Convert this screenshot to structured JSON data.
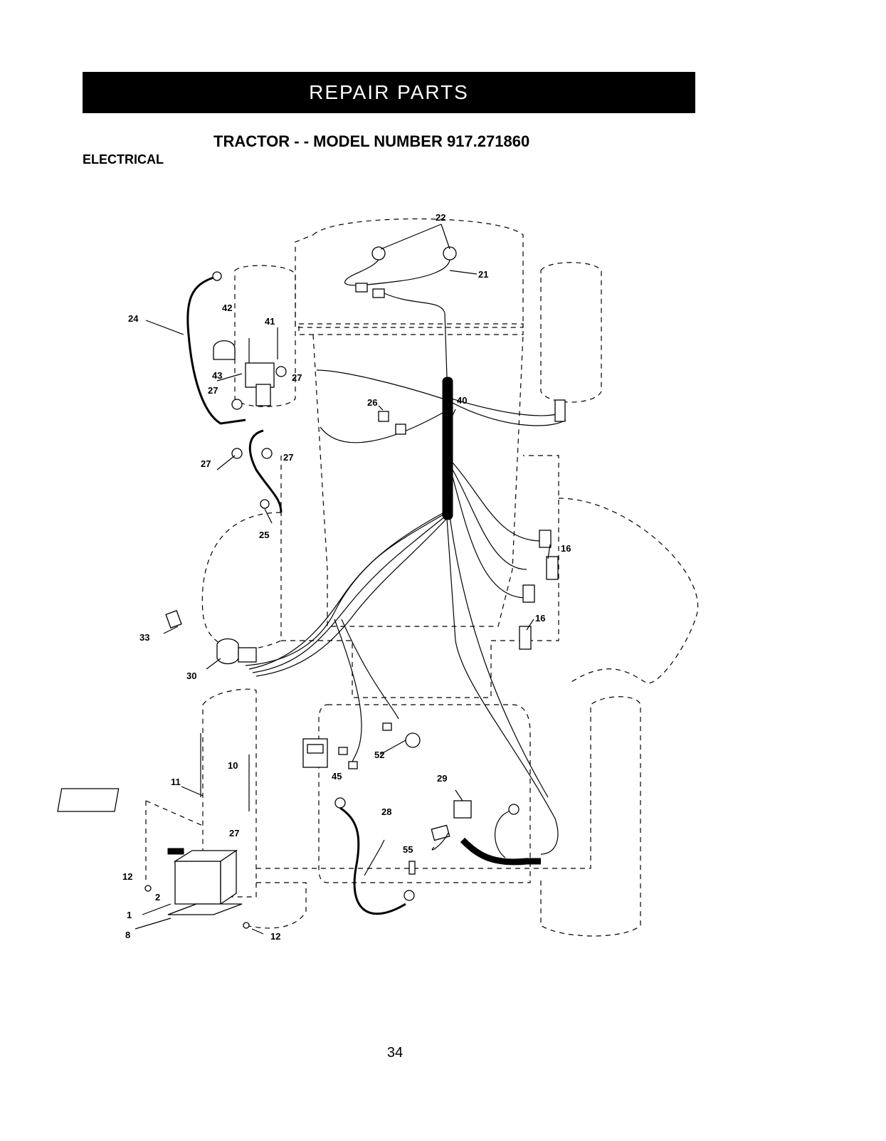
{
  "header": {
    "banner": "REPAIR PARTS",
    "subtitle": "TRACTOR - - MODEL NUMBER 917.271860",
    "section": "ELECTRICAL"
  },
  "callouts": {
    "c22": "22",
    "c21": "21",
    "c24": "24",
    "c42": "42",
    "c41": "41",
    "c43": "43",
    "c27a": "27",
    "c27b": "27",
    "c27c": "27",
    "c27d": "27",
    "c27e": "27",
    "c26": "26",
    "c40": "40",
    "c25": "25",
    "c16a": "16",
    "c16b": "16",
    "c33": "33",
    "c30": "30",
    "c10": "10",
    "c11": "11",
    "c52": "52",
    "c45": "45",
    "c29": "29",
    "c28": "28",
    "c55": "55",
    "c12a": "12",
    "c12b": "12",
    "c2": "2",
    "c1": "1",
    "c8": "8"
  },
  "footer": {
    "page_number": "34"
  }
}
